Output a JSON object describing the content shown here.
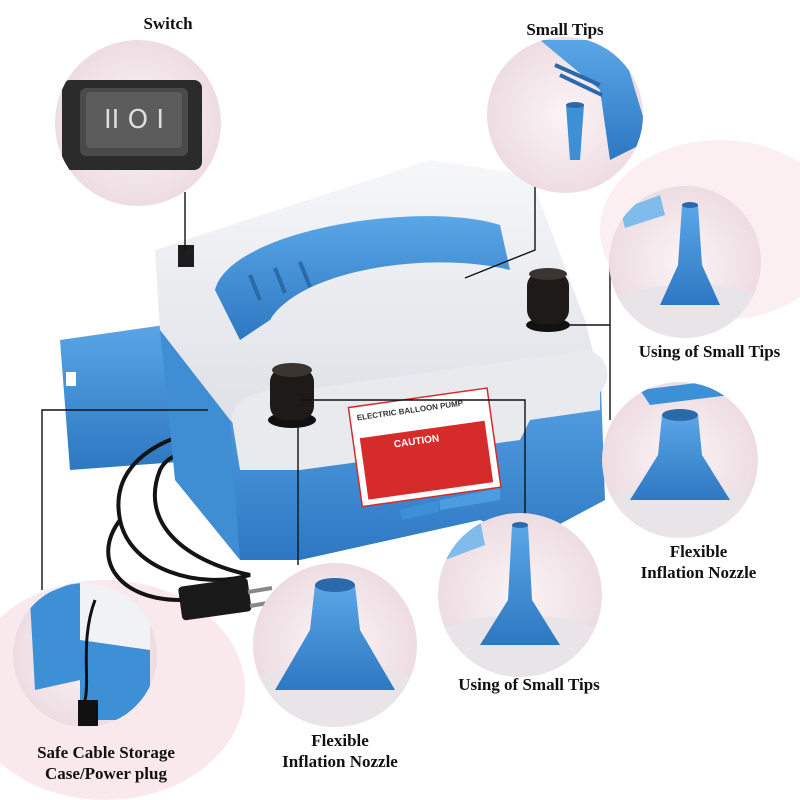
{
  "labels": {
    "switch": "Switch",
    "small_tips": "Small Tips",
    "using_small_tips_top": "Using of Small Tips",
    "flexible_nozzle_right": [
      "Flexible",
      "Inflation Nozzle"
    ],
    "using_small_tips_bottom": "Using of Small Tips",
    "flexible_nozzle_bottom": [
      "Flexible",
      "Inflation Nozzle"
    ],
    "cable_storage": [
      "Safe Cable Storage",
      "Case/Power plug"
    ]
  },
  "product": {
    "brand_label": "ELECTRIC BALLOON PUMP",
    "caution_title": "CAUTION",
    "switch_symbols": "II O I"
  },
  "colors": {
    "pump_blue": "#3d8fd6",
    "pump_white": "#eef0f3",
    "knob_black": "#1e1a18",
    "caution_red": "#d62b2b",
    "circle_bg": "#f3e9ec",
    "leader_line": "#111111"
  }
}
